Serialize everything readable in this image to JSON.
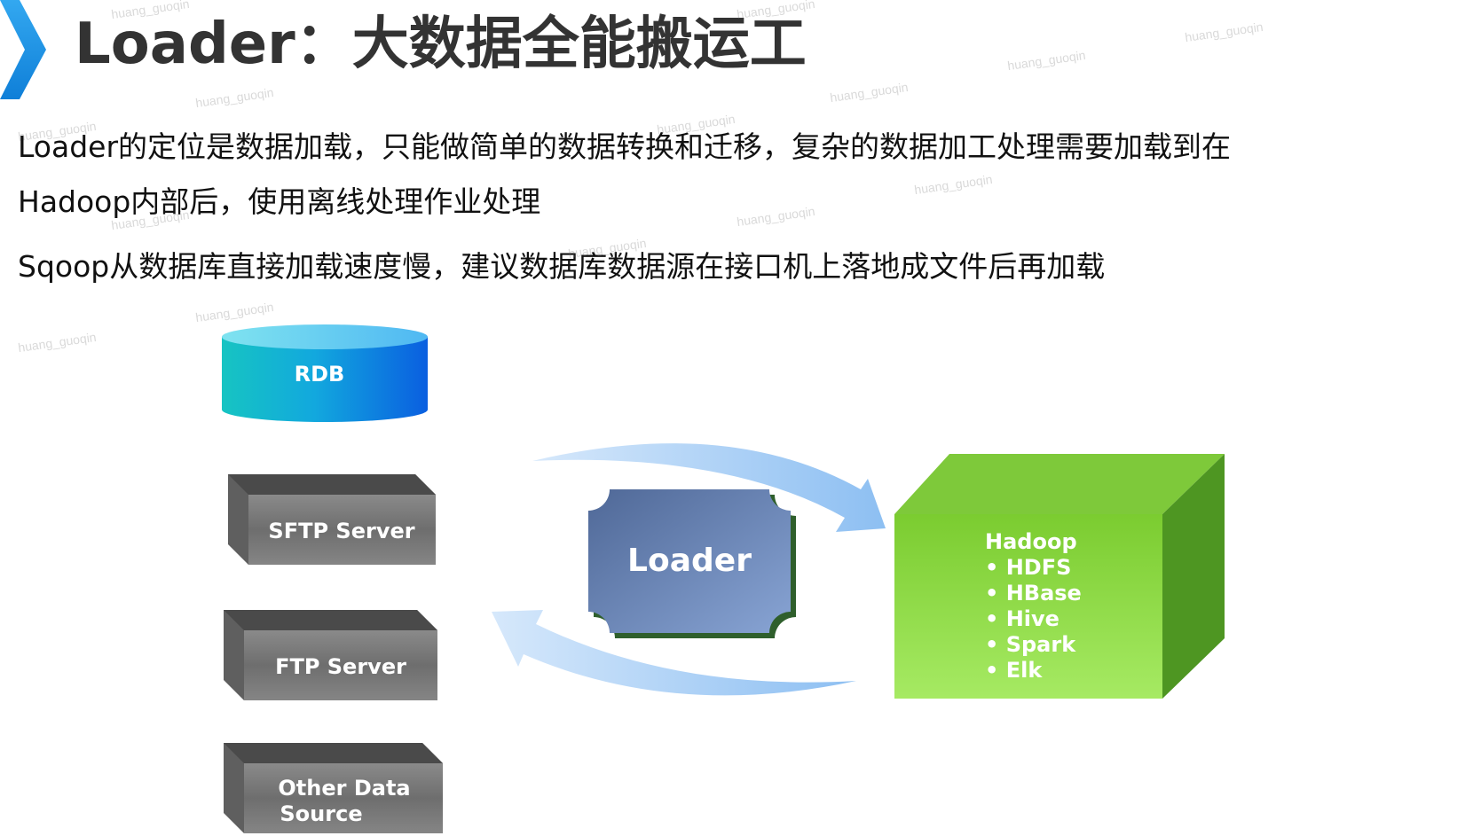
{
  "slide": {
    "title": "Loader：大数据全能搬运工",
    "paragraph1_line1": "Loader的定位是数据加载，只能做简单的数据转换和迁移，复杂的数据加工处理需要加载到在",
    "paragraph1_line2": "Hadoop内部后，使用离线处理作业处理",
    "paragraph2": "Sqoop从数据库直接加载速度慢，建议数据库数据源在接口机上落地成文件后再加载",
    "watermark": "huang_guoqin"
  },
  "diagram": {
    "sources": {
      "rdb": "RDB",
      "sftp": "SFTP Server",
      "ftp": "FTP Server",
      "other_line1": "Other Data",
      "other_line2": "Source"
    },
    "loader": "Loader",
    "hadoop": {
      "title": "Hadoop",
      "items": [
        "• HDFS",
        "• HBase",
        "• Hive",
        "• Spark",
        "• Elk"
      ]
    }
  },
  "colors": {
    "accent_chevron": "#1c8fe6",
    "rdb_top": "#6fd7f2",
    "loader_box": "#6b86b3",
    "hadoop_front": "#8edb3f",
    "arrow": "#a6ccf4"
  }
}
